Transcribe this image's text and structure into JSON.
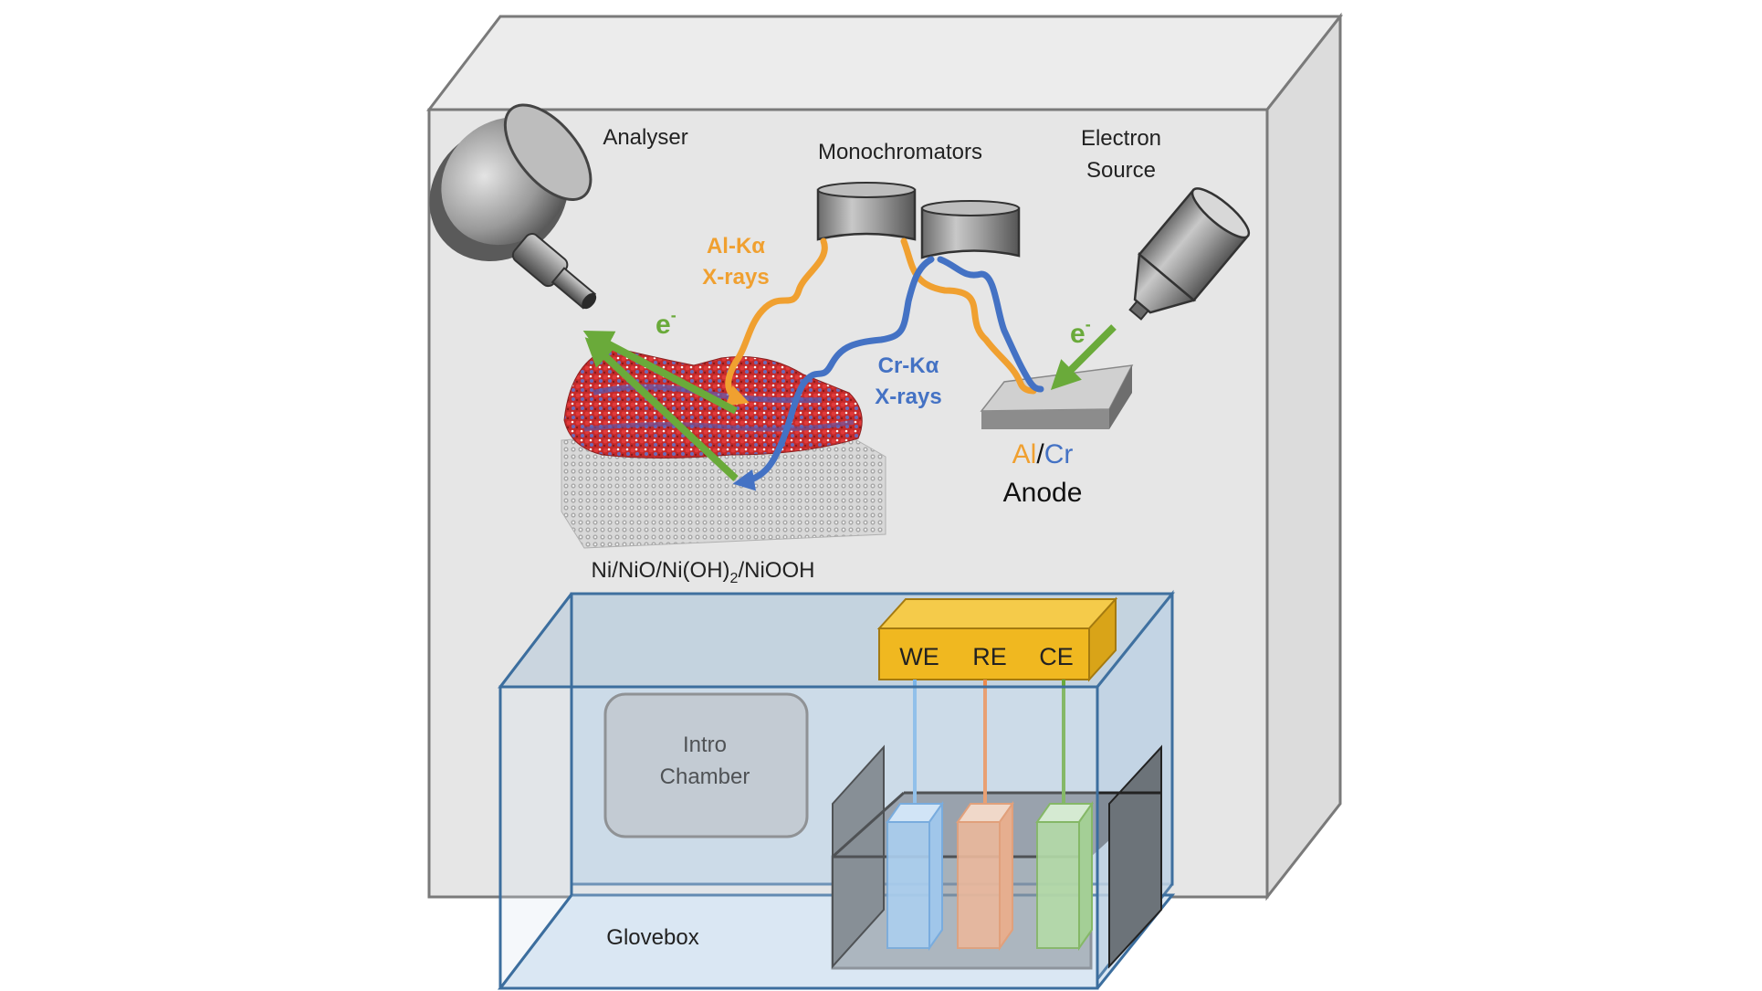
{
  "labels": {
    "analyser": "Analyser",
    "monochromators": "Monochromators",
    "electron_source_line1": "Electron",
    "electron_source_line2": "Source",
    "al_ka_line1": "Al-Kα",
    "al_ka_line2": "X-rays",
    "cr_ka_line1": "Cr-Kα",
    "cr_ka_line2": "X-rays",
    "electron_left": "e",
    "electron_right": "e",
    "electron_superscript": "-",
    "anode_al": "Al",
    "anode_slash": "/",
    "anode_cr": "Cr",
    "anode": "Anode",
    "sample_part1": "Ni/NiO/Ni(OH)",
    "sample_sub": "2",
    "sample_part2": "/NiOOH",
    "we": "WE",
    "re": "RE",
    "ce": "CE",
    "intro_line1": "Intro",
    "intro_line2": "Chamber",
    "glovebox": "Glovebox"
  },
  "colors": {
    "chamber_front": "#e6e6e6",
    "chamber_side": "#dcdcdc",
    "chamber_edge": "#7a7a7a",
    "al_xray": "#f0a030",
    "cr_xray": "#4472c4",
    "electron": "#6aaa3a",
    "glovebox_edge": "#3c6e9e",
    "glovebox_fill": "#cfe0f0",
    "potentiostat": "#f0b820",
    "we_cell": "#9cc8f0",
    "re_cell": "#f2aa80",
    "ce_cell": "#a8d890",
    "anode_dark": "#888888"
  },
  "icons": [
    "analyser-icon",
    "electron-source-icon",
    "monochromator-icon",
    "sample-icon",
    "anode-icon"
  ]
}
